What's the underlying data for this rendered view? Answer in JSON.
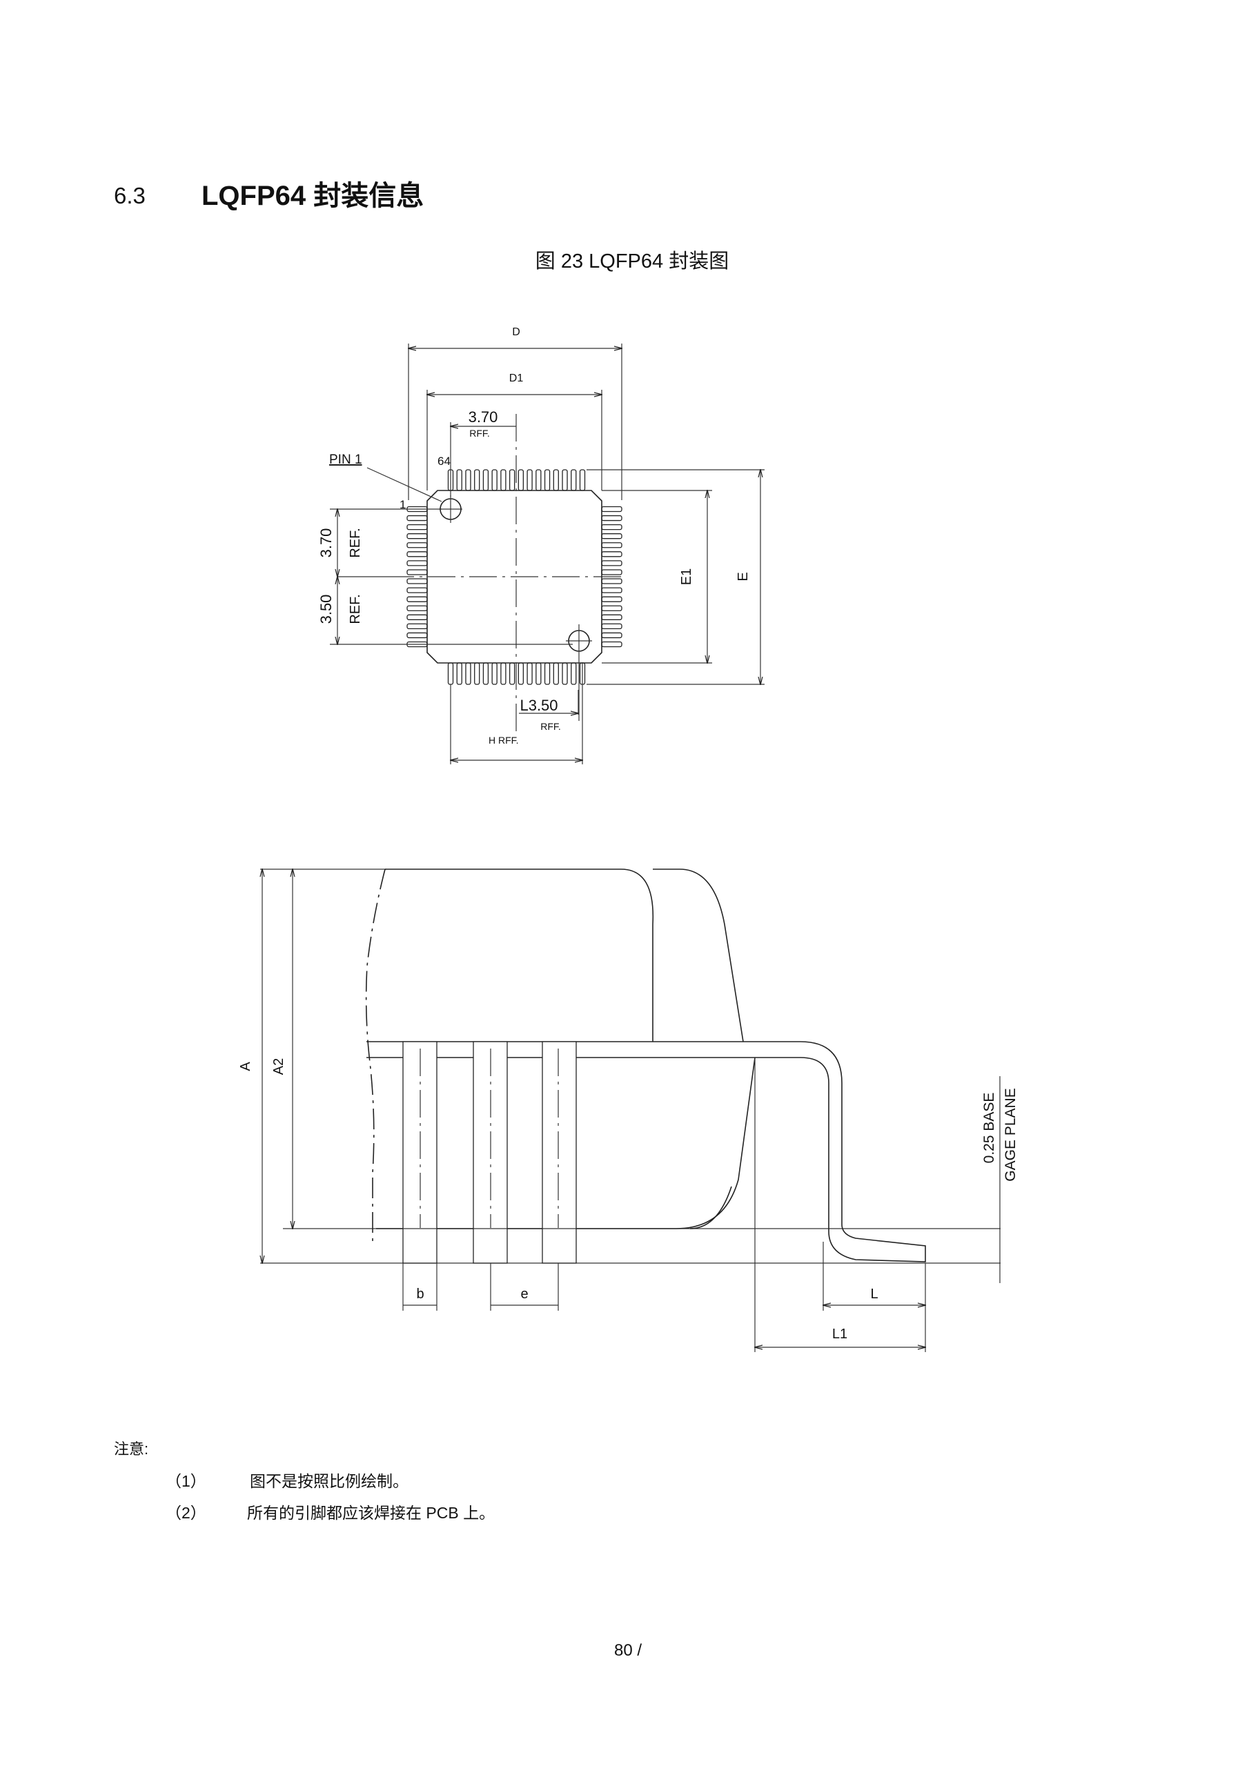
{
  "section": {
    "number": "6.3",
    "title": "LQFP64 封装信息"
  },
  "figure": {
    "caption": "图 23 LQFP64 封装图"
  },
  "top_view": {
    "dim_D": "D",
    "dim_D1": "D1",
    "ref_top_value": "3.70",
    "ref_top_label": "RFF.",
    "pin1_label": "PIN 1",
    "pin64_label": "64",
    "pin_first_label": "1",
    "ref_left_upper_value": "3.70",
    "ref_left_upper_label": "REF.",
    "ref_left_lower_value": "3.50",
    "ref_left_lower_label": "REF.",
    "dim_E1": "E1",
    "dim_E": "E",
    "ref_bottom_value": "L3.50",
    "ref_bottom_label": "RFF.",
    "ref_h_label": "H  RFF."
  },
  "side_view": {
    "dim_A": "A",
    "dim_A2": "A2",
    "dim_b": "b",
    "dim_e": "e",
    "dim_L": "L",
    "dim_L1": "L1",
    "gage_top": "0.25 BASE",
    "gage_bottom": "GAGE PLANE"
  },
  "notes": {
    "heading": "注意:",
    "items": [
      {
        "num": "（1）",
        "text": "图不是按照比例绘制。"
      },
      {
        "num": "（2）",
        "text": "所有的引脚都应该焊接在 PCB 上。"
      }
    ]
  },
  "footer": {
    "page": "80 /"
  }
}
